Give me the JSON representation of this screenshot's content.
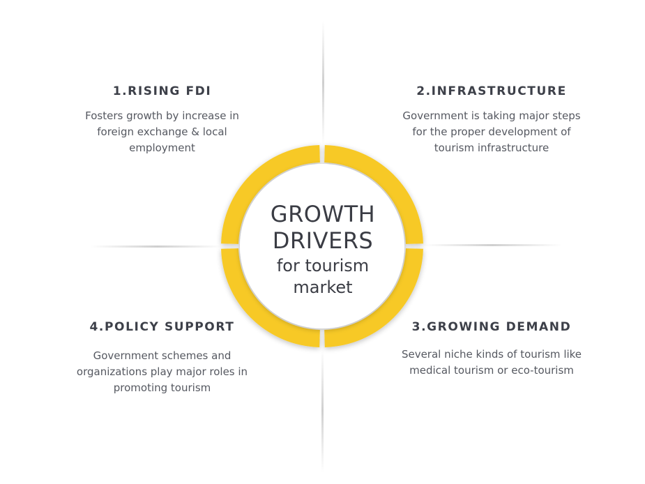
{
  "center": {
    "line1": "GROWTH",
    "line2": "DRIVERS",
    "line3": "for tourism",
    "line4": "market"
  },
  "drivers": [
    {
      "title": "1.RISING FDI",
      "description": "Fosters growth by increase in foreign exchange & local employment"
    },
    {
      "title": "2.INFRASTRUCTURE",
      "description": "Government is taking major steps for the proper development of tourism infrastructure"
    },
    {
      "title": "3.GROWING DEMAND",
      "description": "Several niche kinds of tourism like medical tourism or eco-tourism"
    },
    {
      "title": "4.POLICY SUPPORT",
      "description": "Government schemes and organizations play major roles in promoting tourism"
    }
  ],
  "colors": {
    "ring": "#f7c928",
    "text": "#3d4049",
    "divider": "#d9d9d9"
  }
}
